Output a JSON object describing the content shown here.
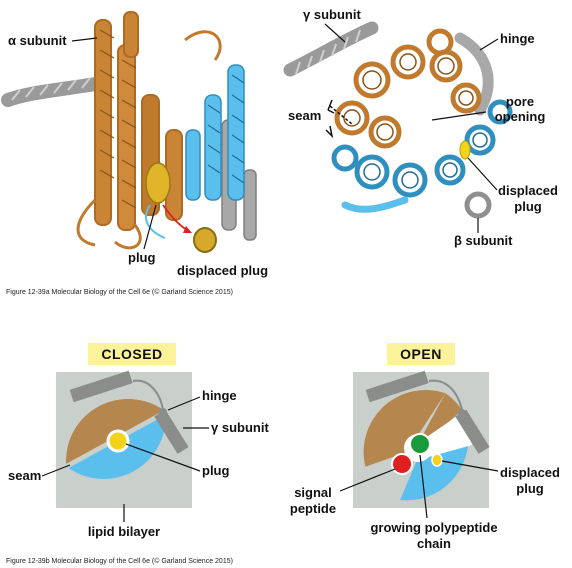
{
  "panel_a": {
    "labels": {
      "alpha_subunit": "α subunit",
      "gamma_subunit": "γ subunit",
      "hinge": "hinge",
      "seam": "seam",
      "pore_line1": "pore",
      "pore_line2": "opening",
      "displaced_plug_line1": "displaced",
      "displaced_plug_line2": "plug",
      "beta_subunit": "β subunit",
      "plug": "plug",
      "displaced_plug": "displaced plug"
    },
    "caption": "Figure 12-39a  Molecular Biology of the Cell 6e (© Garland Science 2015)"
  },
  "panel_b": {
    "closed": {
      "title": "CLOSED",
      "labels": {
        "hinge": "hinge",
        "gamma_subunit": "γ subunit",
        "seam": "seam",
        "plug": "plug",
        "lipid_bilayer": "lipid bilayer"
      }
    },
    "open": {
      "title": "OPEN",
      "labels": {
        "signal_line1": "signal",
        "signal_line2": "peptide",
        "growing_line1": "growing polypeptide",
        "growing_line2": "chain",
        "displaced_line1": "displaced",
        "displaced_line2": "plug"
      }
    },
    "caption": "Figure 12-39b  Molecular Biology of the Cell 6e (© Garland Science 2015)"
  },
  "colors": {
    "alpha_orange": "#c07a2e",
    "alpha_tan": "#b5874f",
    "beta_blue": "#5bbfee",
    "teal_blue": "#2f8fbf",
    "gray_helix": "#8f8f8f",
    "plug_yellow": "#f4d21a",
    "signal_red": "#e02020",
    "chain_green": "#1a9a3a",
    "bilayer_gray": "#c9cfca",
    "title_bg": "#fbf29a"
  }
}
